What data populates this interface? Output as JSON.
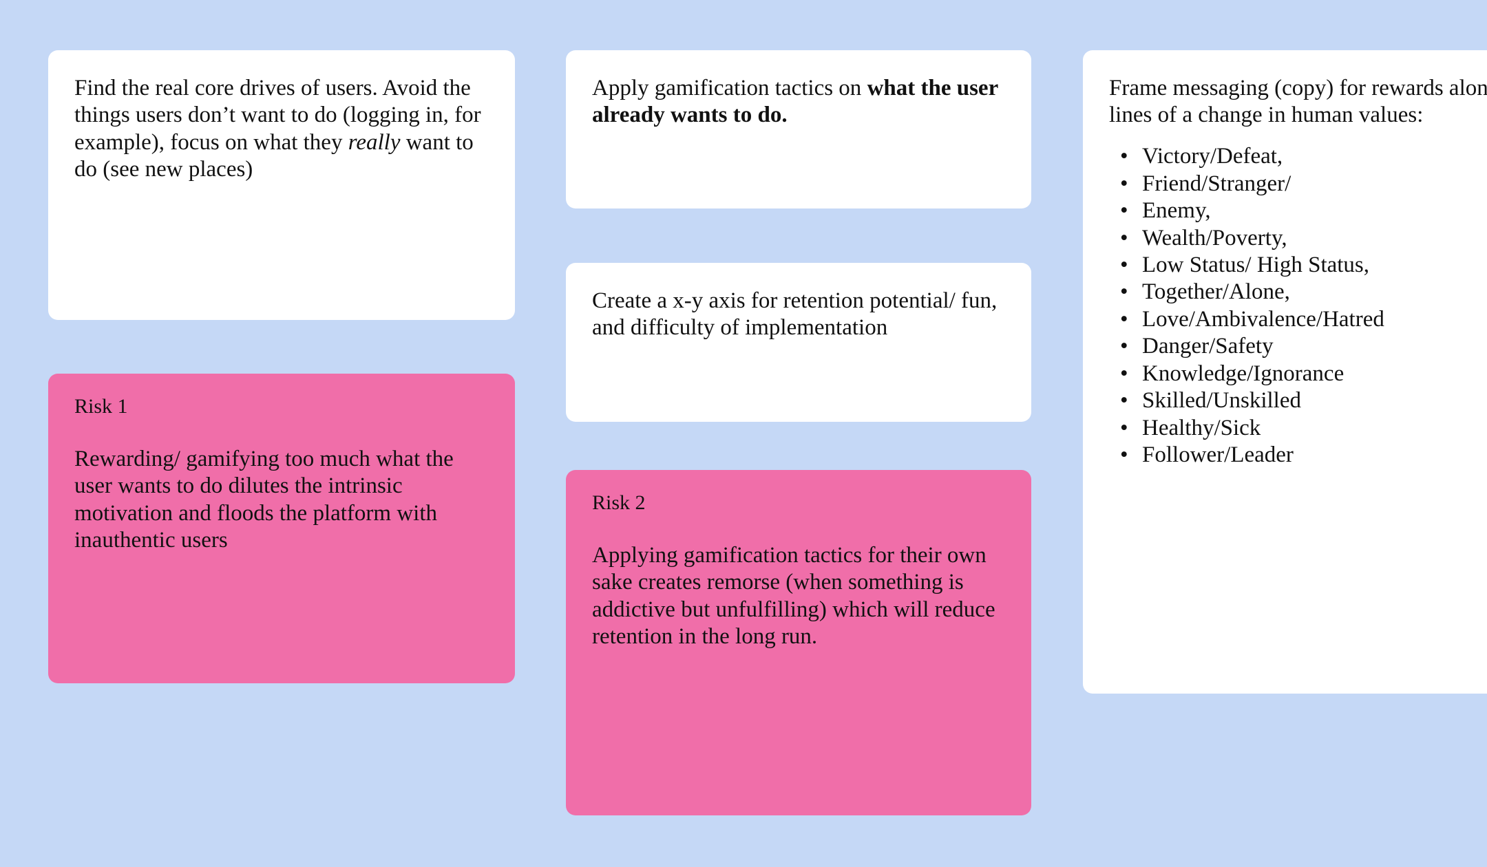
{
  "canvas": {
    "background_color": "#c5d8f6",
    "card_color": "#ffffff",
    "risk_color": "#f06ea9",
    "text_color": "#111111"
  },
  "columns": [
    {
      "id": "column-1",
      "cards": [
        {
          "id": "card-core-drives",
          "kind": "note",
          "paragraphs": [
            {
              "runs": [
                {
                  "text": "Find the real core drives of users. Avoid the things users don’t want to do (logging in, for example), focus on what they ",
                  "style": "normal"
                },
                {
                  "text": "really",
                  "style": "italic"
                },
                {
                  "text": " want to do (see new places)",
                  "style": "normal"
                }
              ]
            }
          ]
        },
        {
          "id": "card-risk-1",
          "kind": "risk",
          "label": "Risk 1",
          "body": "Rewarding/ gamifying too much what the user wants to do dilutes the intrinsic motivation and floods the platform with inauthentic users"
        }
      ]
    },
    {
      "id": "column-2",
      "cards": [
        {
          "id": "card-gamification-tactics",
          "kind": "note",
          "paragraphs": [
            {
              "runs": [
                {
                  "text": "Apply gamification tactics on ",
                  "style": "normal"
                },
                {
                  "text": "what the user already wants to do.",
                  "style": "bold"
                }
              ]
            }
          ]
        },
        {
          "id": "card-xy-axis",
          "kind": "note",
          "paragraphs": [
            {
              "runs": [
                {
                  "text": "Create a x-y axis for retention potential/ fun, and difficulty of implementation",
                  "style": "normal"
                }
              ]
            }
          ]
        },
        {
          "id": "card-risk-2",
          "kind": "risk",
          "label": "Risk 2",
          "body": "Applying gamification tactics for their own sake creates remorse (when something is addictive but unfulfilling) which will reduce retention in the long run."
        }
      ]
    },
    {
      "id": "column-3",
      "cards": [
        {
          "id": "card-framing-values",
          "kind": "note",
          "intro": "Frame messaging (copy) for rewards along the lines of a change in human values:",
          "values": [
            "Victory/Defeat,",
            "Friend/Stranger/",
            "Enemy,",
            "Wealth/Poverty,",
            "Low Status/ High Status,",
            "Together/Alone,",
            "Love/Ambivalence/Hatred",
            "Danger/Safety",
            "Knowledge/Ignorance",
            "Skilled/Unskilled",
            "Healthy/Sick",
            "Follower/Leader"
          ]
        }
      ]
    }
  ]
}
